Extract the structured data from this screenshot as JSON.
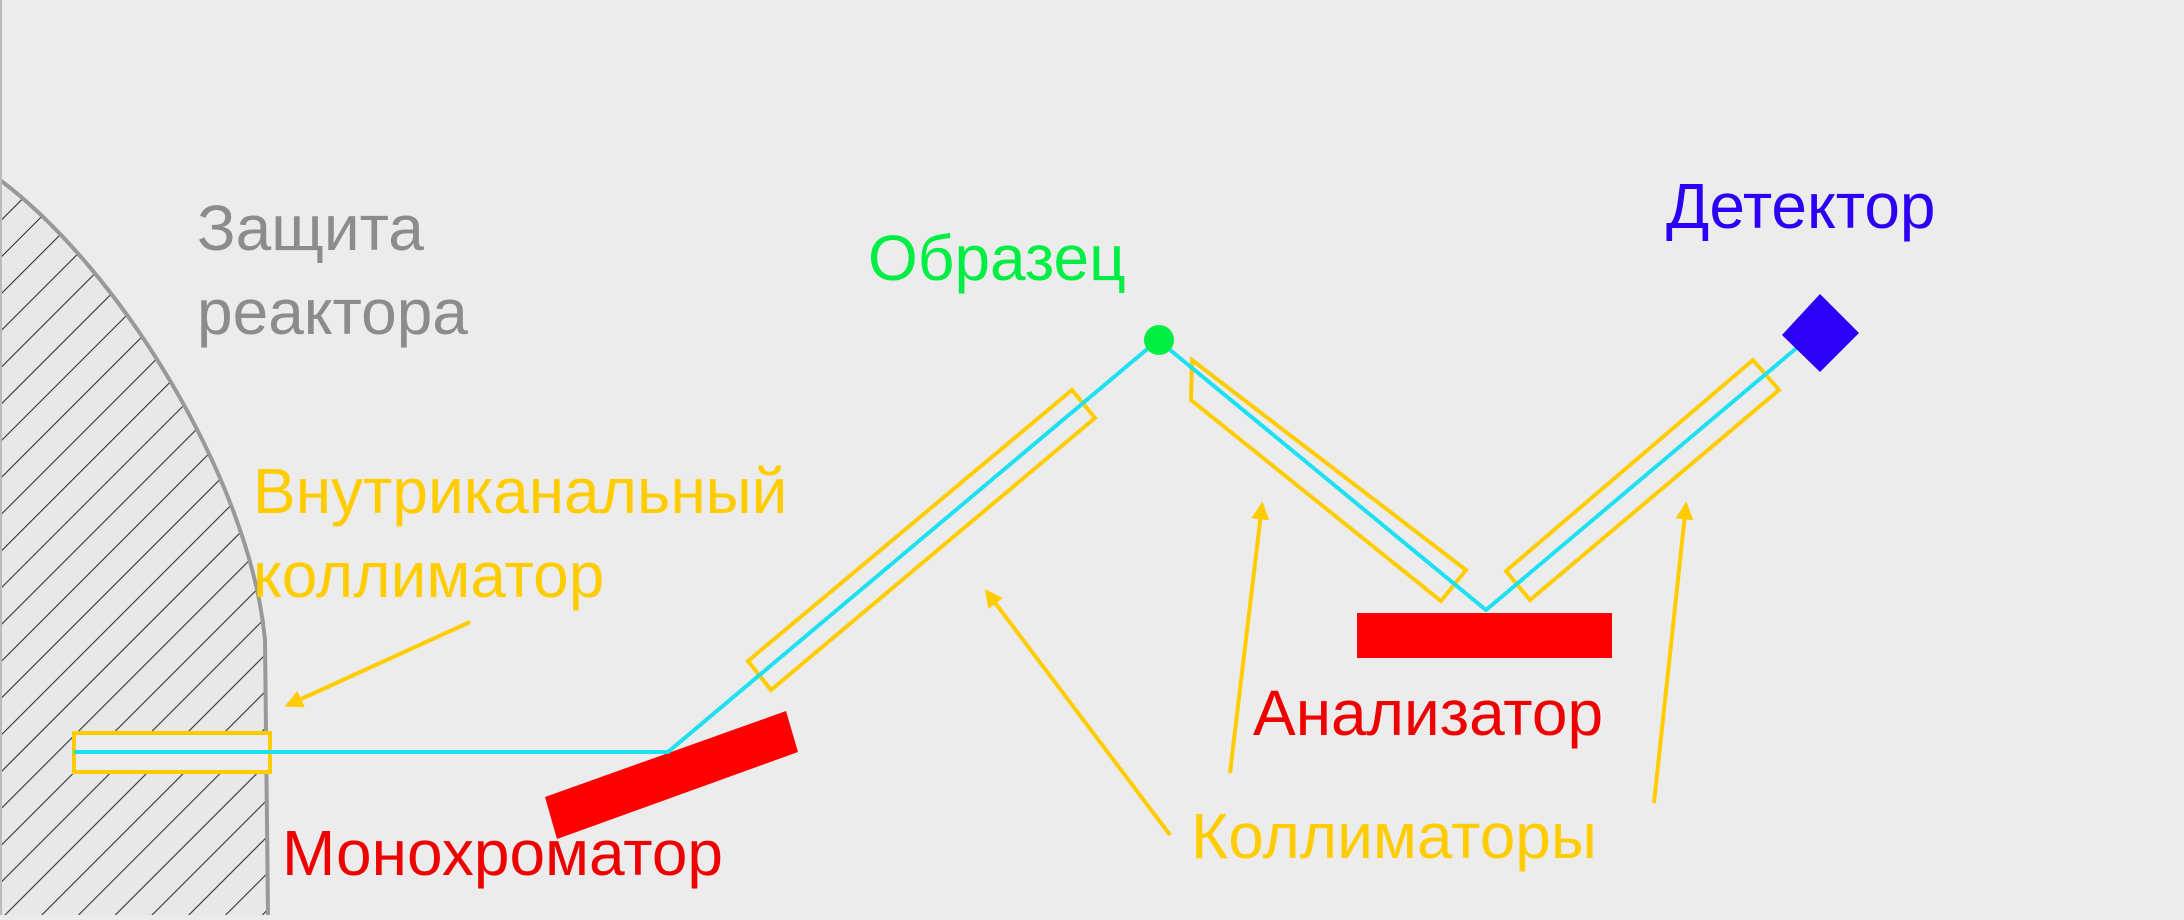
{
  "labels": {
    "shield_line1": "Защита",
    "shield_line2": "реактора",
    "sample": "Образец",
    "detector": "Детектор",
    "inpile_collimator_line1": "Внутриканальный",
    "inpile_collimator_line2": "коллиматор",
    "monochromator": "Монохроматор",
    "analyzer": "Анализатор",
    "collimators": "Коллиматоры"
  },
  "colors": {
    "background": "#ececec",
    "shield_text": "#8c8c8c",
    "shield_edge": "#999999",
    "hatch": "#333333",
    "beam": "#1ee0f0",
    "collimator": "#ffcc00",
    "crystal": "#ff0000",
    "sample": "#00ee44",
    "detector": "#2b00f5"
  },
  "icons": {
    "sample": "circle",
    "detector": "square-rotated"
  }
}
